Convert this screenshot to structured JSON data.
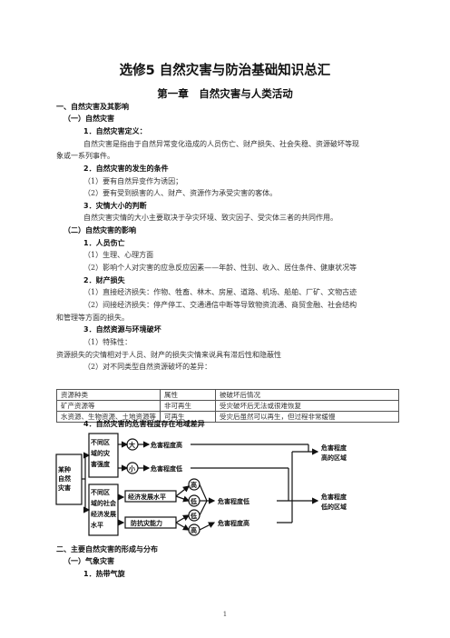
{
  "title": "选修5 自然灾害与防治基础知识总汇",
  "chapter": "第一章　自然灾害与人类活动",
  "lines": [
    {
      "text": "一、自然灾害及其影响",
      "bold": true
    },
    {
      "text": "（一）自然灾害",
      "bold": true
    },
    {
      "text": "1．自然灾害定义：",
      "bold": true
    },
    {
      "text": "自然灾害是指由于自然异常变化造成的人员伤亡、财产损失、社会失稳、资源破坏等现",
      "bold": false
    },
    {
      "text": "象或一系列事件。",
      "bold": false
    },
    {
      "text": "2．自然灾害的发生的条件",
      "bold": true
    },
    {
      "text": "（1）要有自然异变作为诱因；",
      "bold": false
    },
    {
      "text": "（2）要有受到损害的人、财产、资源作为承受灾害的客体。",
      "bold": false
    },
    {
      "text": "3．灾情大小的判断",
      "bold": true
    },
    {
      "text": "自然灾害灾情的大小主要取决于孕灾环境、致灾因子、受灾体三者的共同作用。",
      "bold": false
    },
    {
      "text": "（二）自然灾害的影响",
      "bold": true
    },
    {
      "text": "1．人员伤亡",
      "bold": true
    },
    {
      "text": "（1）生理、心理方面",
      "bold": false
    },
    {
      "text": "（2）影响个人对灾害的应急反应因素——年龄、性别、收入、居住条件、健康状况等",
      "bold": false
    },
    {
      "text": "2．财产损失",
      "bold": true
    },
    {
      "text": "（1）直接经济损失：作物、牲畜、林木、房屋、道路、机场、船舶、厂矿、文物古迹",
      "bold": false
    },
    {
      "text": "（2）间接经济损失：停产停工、交通通信中断等导致物资流通、商贸金融、社会结构",
      "bold": false
    },
    {
      "text": "和管理等方面的损失。",
      "bold": false
    },
    {
      "text": "3．自然资源与环境破坏",
      "bold": true
    },
    {
      "text": "（1）特殊性：",
      "bold": false
    },
    {
      "text": "资源损失的灾情相对于人员、财产的损失灾情来说具有滞后性和隐蔽性",
      "bold": false
    },
    {
      "text": "（2）对不同类型自然资源破坏的差异：",
      "bold": false
    }
  ],
  "table": {
    "header": [
      "资源种类",
      "属性",
      "被破坏后情况"
    ],
    "rows": [
      [
        "矿产资源等",
        "非可再生",
        "受灾破坏后无法或很难恢复"
      ],
      [
        "水资源、生物资源、土地资源等",
        "可再生",
        "受灾后虽然可以再生，但过程非常缓慢"
      ]
    ]
  },
  "section4": "4．自然灾害的危害程度存在地域差异",
  "diagram": {
    "left": [
      "某种",
      "自然",
      "灾害"
    ],
    "box_top": [
      "不同区",
      "域的灾",
      "害强度"
    ],
    "box_bottom": [
      "不同区",
      "域的社会",
      "经济发展",
      "水平"
    ],
    "big": "大",
    "small": "小",
    "harm_high_1": "危害程度高",
    "harm_low_1": "危害程度低",
    "econ": "经济发展水平",
    "resist": "防抗灾能力",
    "high": "高",
    "low1": "低",
    "low2": "低",
    "high2": "高",
    "harm_low_2": "危害程度低",
    "harm_high_2": "危害程度高",
    "region_high": [
      "危害程度",
      "高的区域"
    ],
    "region_low": [
      "危害程度",
      "低的区域"
    ]
  },
  "part2": [
    {
      "text": "二、主要自然灾害的形成与分布",
      "bold": true
    },
    {
      "text": "（一）气象灾害",
      "bold": true
    },
    {
      "text": "1．热带气旋",
      "bold": true
    }
  ],
  "page_number": "1"
}
